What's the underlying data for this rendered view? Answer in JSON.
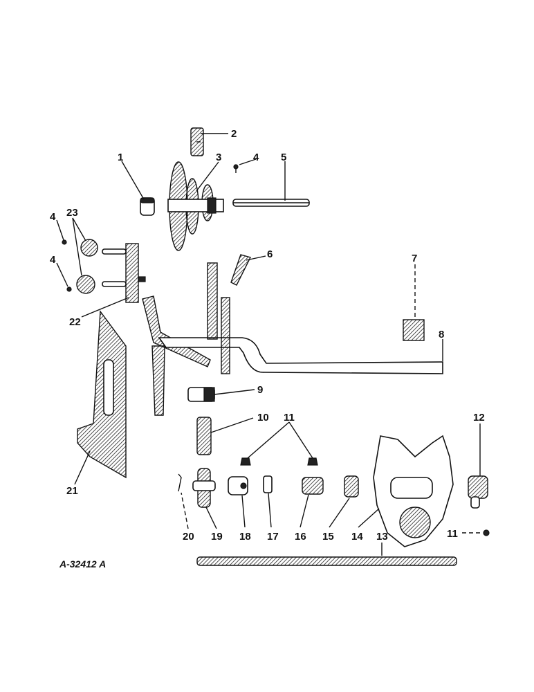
{
  "drawing_code": "A-32412 A",
  "callouts": [
    {
      "id": "c1",
      "text": "1"
    },
    {
      "id": "c2",
      "text": "2"
    },
    {
      "id": "c3",
      "text": "3"
    },
    {
      "id": "c4a",
      "text": "4"
    },
    {
      "id": "c5",
      "text": "5"
    },
    {
      "id": "c23",
      "text": "23"
    },
    {
      "id": "c4b",
      "text": "4"
    },
    {
      "id": "c4c",
      "text": "4"
    },
    {
      "id": "c6",
      "text": "6"
    },
    {
      "id": "c7",
      "text": "7"
    },
    {
      "id": "c8",
      "text": "8"
    },
    {
      "id": "c22",
      "text": "22"
    },
    {
      "id": "c9",
      "text": "9"
    },
    {
      "id": "c10",
      "text": "10"
    },
    {
      "id": "c11a",
      "text": "11"
    },
    {
      "id": "c12",
      "text": "12"
    },
    {
      "id": "c21",
      "text": "21"
    },
    {
      "id": "c20",
      "text": "20"
    },
    {
      "id": "c19",
      "text": "19"
    },
    {
      "id": "c18",
      "text": "18"
    },
    {
      "id": "c17",
      "text": "17"
    },
    {
      "id": "c16",
      "text": "16"
    },
    {
      "id": "c15",
      "text": "15"
    },
    {
      "id": "c14",
      "text": "14"
    },
    {
      "id": "c13",
      "text": "13"
    },
    {
      "id": "c11b",
      "text": "11"
    }
  ]
}
